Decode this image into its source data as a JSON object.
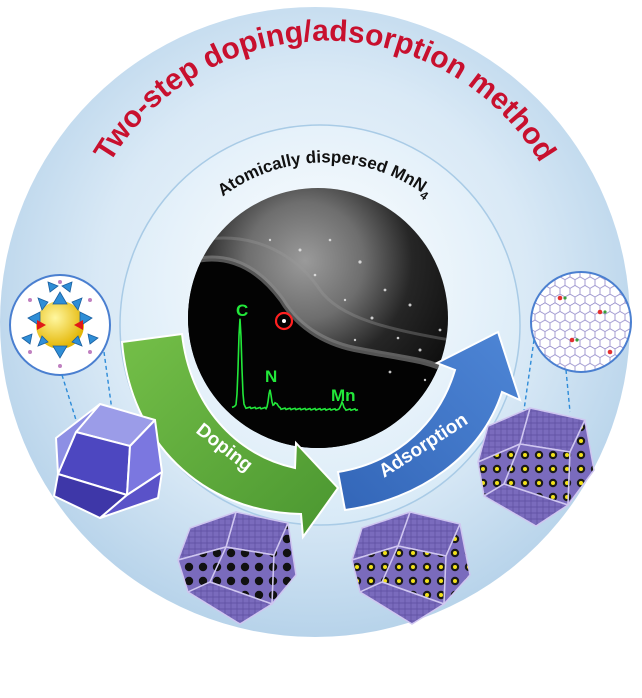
{
  "title": "Two-step doping/adsorption method",
  "subtitle": {
    "main": "Atomically  dispersed  MnN",
    "subscript": "4"
  },
  "spectrum_labels": {
    "c": "C",
    "n": "N",
    "mn": "Mn"
  },
  "arrows": {
    "doping": "Doping",
    "adsorption": "Adsorption"
  },
  "colors": {
    "title": "#c8102e",
    "outer_disc": "#c6dff0",
    "inner_disc": "#e3f0fa",
    "doping_arrow": "#63ae3c",
    "adsorption_arrow": "#3c72c4",
    "spectrum": "#22e83a",
    "particle": "#7e6fc0"
  },
  "icons": [
    "polyoxometalate-cage-icon",
    "rhombic-dodecahedron-icon",
    "porous-dodecahedron-icon",
    "adsorbed-dodecahedron-icon",
    "graphene-lattice-icon",
    "highlight-circle-icon"
  ]
}
